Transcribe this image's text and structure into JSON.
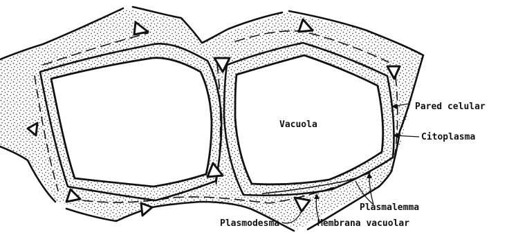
{
  "diagram": {
    "labels": {
      "vacuole": "Vacuola",
      "cell_wall": "Pared celular",
      "cytoplasm": "Citoplasma",
      "plasmalemma": "Plasmalemma",
      "plasmodesma": "Plasmodesma",
      "vacuolar_membrane": "Membrana vacuolar"
    }
  }
}
